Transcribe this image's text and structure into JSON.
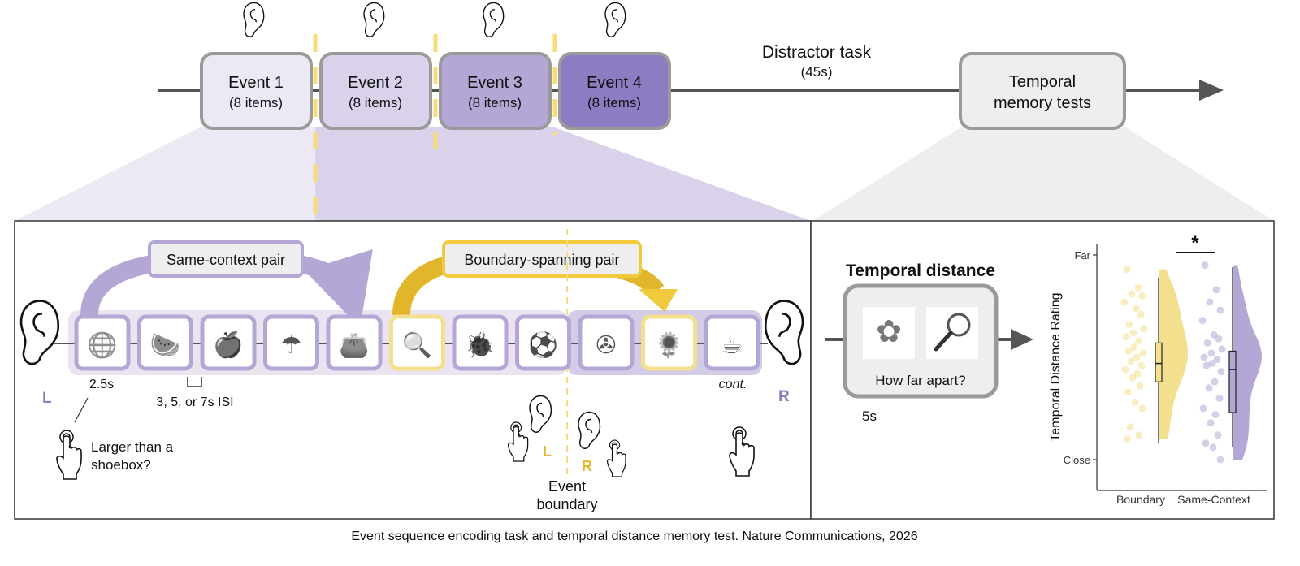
{
  "timeline": {
    "events": [
      {
        "title": "Event 1",
        "count": "(8 items)",
        "color": "#ece8f4"
      },
      {
        "title": "Event 2",
        "count": "(8 items)",
        "color": "#d9d2ea"
      },
      {
        "title": "Event 3",
        "count": "(8 items)",
        "color": "#b4a7d6"
      },
      {
        "title": "Event 4",
        "count": "(8 items)",
        "color": "#8e7cc3"
      }
    ],
    "distractor_title": "Distractor task",
    "distractor_duration": "(45s)",
    "tests_line1": "Temporal",
    "tests_line2": "memory tests"
  },
  "encoding": {
    "same_context_label": "Same-context pair",
    "boundary_pair_label": "Boundary-spanning pair",
    "ear_left_label": "L",
    "ear_right_label": "R",
    "duration": "2.5s",
    "isi": "3, 5, or 7s ISI",
    "cont": "cont.",
    "prompt_line1": "Larger than a",
    "prompt_line2": "shoebox?",
    "boundary_L": "L",
    "boundary_R": "R",
    "event_boundary_line1": "Event",
    "event_boundary_line2": "boundary",
    "items": [
      {
        "icon": "globe-icon",
        "glyph": "🌐",
        "highlight": false
      },
      {
        "icon": "watermelon-icon",
        "glyph": "🍉",
        "highlight": false
      },
      {
        "icon": "apple-icon",
        "glyph": "🍎",
        "highlight": false
      },
      {
        "icon": "umbrella-icon",
        "glyph": "☂",
        "highlight": false
      },
      {
        "icon": "wallet-icon",
        "glyph": "👛",
        "highlight": false
      },
      {
        "icon": "magnifier-icon",
        "glyph": "🔍",
        "highlight": true
      },
      {
        "icon": "beetle-icon",
        "glyph": "🐞",
        "highlight": false
      },
      {
        "icon": "soccer-ball-icon",
        "glyph": "⚽",
        "highlight": false
      },
      {
        "icon": "fan-icon",
        "glyph": "✇",
        "highlight": false
      },
      {
        "icon": "sunflower-icon",
        "glyph": "🌻",
        "highlight": true
      },
      {
        "icon": "cup-icon",
        "glyph": "☕",
        "highlight": false
      }
    ]
  },
  "test": {
    "title": "Temporal distance",
    "question": "How far apart?",
    "duration": "5s"
  },
  "colors": {
    "purple": "#8e7cc3",
    "light_purple": "#b4a7d6",
    "yellow": "#f0c93c",
    "pale_yellow": "#f2e08e",
    "gray_border": "#9a9a9a"
  },
  "chart_data": {
    "type": "raincloud",
    "ylabel": "Temporal Distance Rating",
    "yticks": [
      "Far",
      "Close"
    ],
    "categories": [
      "Boundary",
      "Same-Context"
    ],
    "significance": "*",
    "series": [
      {
        "name": "Boundary",
        "color": "#f2e08e",
        "points": [
          0.93,
          0.84,
          0.81,
          0.8,
          0.77,
          0.74,
          0.71,
          0.66,
          0.64,
          0.62,
          0.6,
          0.58,
          0.55,
          0.53,
          0.52,
          0.5,
          0.48,
          0.46,
          0.44,
          0.42,
          0.4,
          0.36,
          0.33,
          0.28,
          0.25,
          0.16,
          0.12,
          0.1
        ],
        "box": {
          "q1": 0.38,
          "median": 0.47,
          "q3": 0.57,
          "whisker_low": 0.08,
          "whisker_high": 0.89
        }
      },
      {
        "name": "Same-Context",
        "color": "#b4a7d6",
        "points": [
          0.95,
          0.83,
          0.77,
          0.73,
          0.68,
          0.61,
          0.59,
          0.57,
          0.54,
          0.52,
          0.5,
          0.49,
          0.47,
          0.46,
          0.43,
          0.38,
          0.35,
          0.3,
          0.25,
          0.22,
          0.18,
          0.12,
          0.08,
          0.06,
          0.0
        ],
        "box": {
          "q1": 0.23,
          "median": 0.44,
          "q3": 0.53,
          "whisker_low": 0.06,
          "whisker_high": 0.94
        }
      }
    ]
  },
  "caption": "Event sequence encoding task and temporal distance memory test. Nature Communications, 2026"
}
